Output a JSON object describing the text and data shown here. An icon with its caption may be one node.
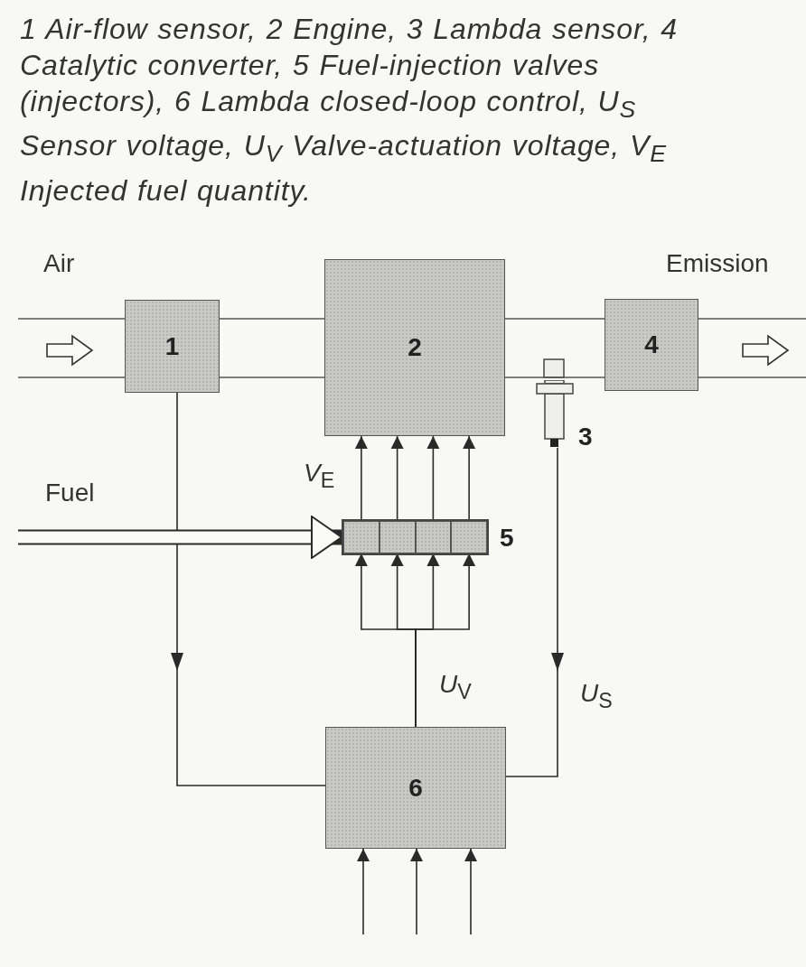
{
  "diagram": {
    "caption": "1 Air-flow sensor, 2 Engine, 3 Lambda sensor, 4 Catalytic converter, 5 Fuel-injection valves (injectors), 6 Lambda closed-loop control, U$_{S}$ Sensor voltage, U$_{V}$  Valve-actuation voltage, V$_{E}$ Injected fuel quantity.",
    "nodes": [
      {
        "text": [
          "1"
        ]
      },
      {
        "text": [
          "2"
        ]
      },
      {
        "text": [
          "4"
        ]
      },
      {
        "text": [],
        "shape": "picture",
        "beside": [
          "3"
        ]
      },
      {
        "text": [],
        "shape": "bar",
        "beside": [
          "5"
        ]
      },
      {
        "text": [],
        "shape": "box",
        "in": 4
      },
      {
        "text": [],
        "shape": "box",
        "in": 4
      },
      {
        "text": [],
        "shape": "box",
        "in": 4
      },
      {
        "text": [],
        "shape": "box",
        "in": 4
      },
      {
        "text": [
          "6"
        ]
      }
    ],
    "edges": [
      {
        "from": 0,
        "to": 1,
        "arrow": "none"
      },
      {
        "from": 1,
        "to": 2,
        "arrow": "none"
      },
      {
        "from": 0,
        "to": 9,
        "arrow": "to"
      },
      {
        "from": 3,
        "to": 9,
        "arrow": "to",
        "label": "*U*$_{S}$"
      },
      {
        "from": 9,
        "to": 5,
        "arrow": "to",
        "label": "*U*$_{V}$"
      },
      {
        "from": 9,
        "to": 6,
        "arrow": "to"
      },
      {
        "from": 9,
        "to": 7,
        "arrow": "to"
      },
      {
        "from": 9,
        "to": 8,
        "arrow": "to"
      },
      {
        "from": 5,
        "to": 1,
        "arrow": "to",
        "label": "*V*$_{E}$"
      },
      {
        "from": 6,
        "to": 1,
        "arrow": "to"
      },
      {
        "from": 7,
        "to": 1,
        "arrow": "to"
      },
      {
        "from": 8,
        "to": 1,
        "arrow": "to"
      },
      {
        "from": null,
        "to": 4,
        "arrow": "to",
        "label": "Fuel",
        "style": "thick"
      },
      {
        "from": null,
        "to": 9,
        "arrow": "to"
      },
      {
        "from": null,
        "to": 9,
        "arrow": "to"
      },
      {
        "from": null,
        "to": 9,
        "arrow": "to"
      }
    ],
    "labels": [
      "Air",
      "Emission"
    ]
  }
}
